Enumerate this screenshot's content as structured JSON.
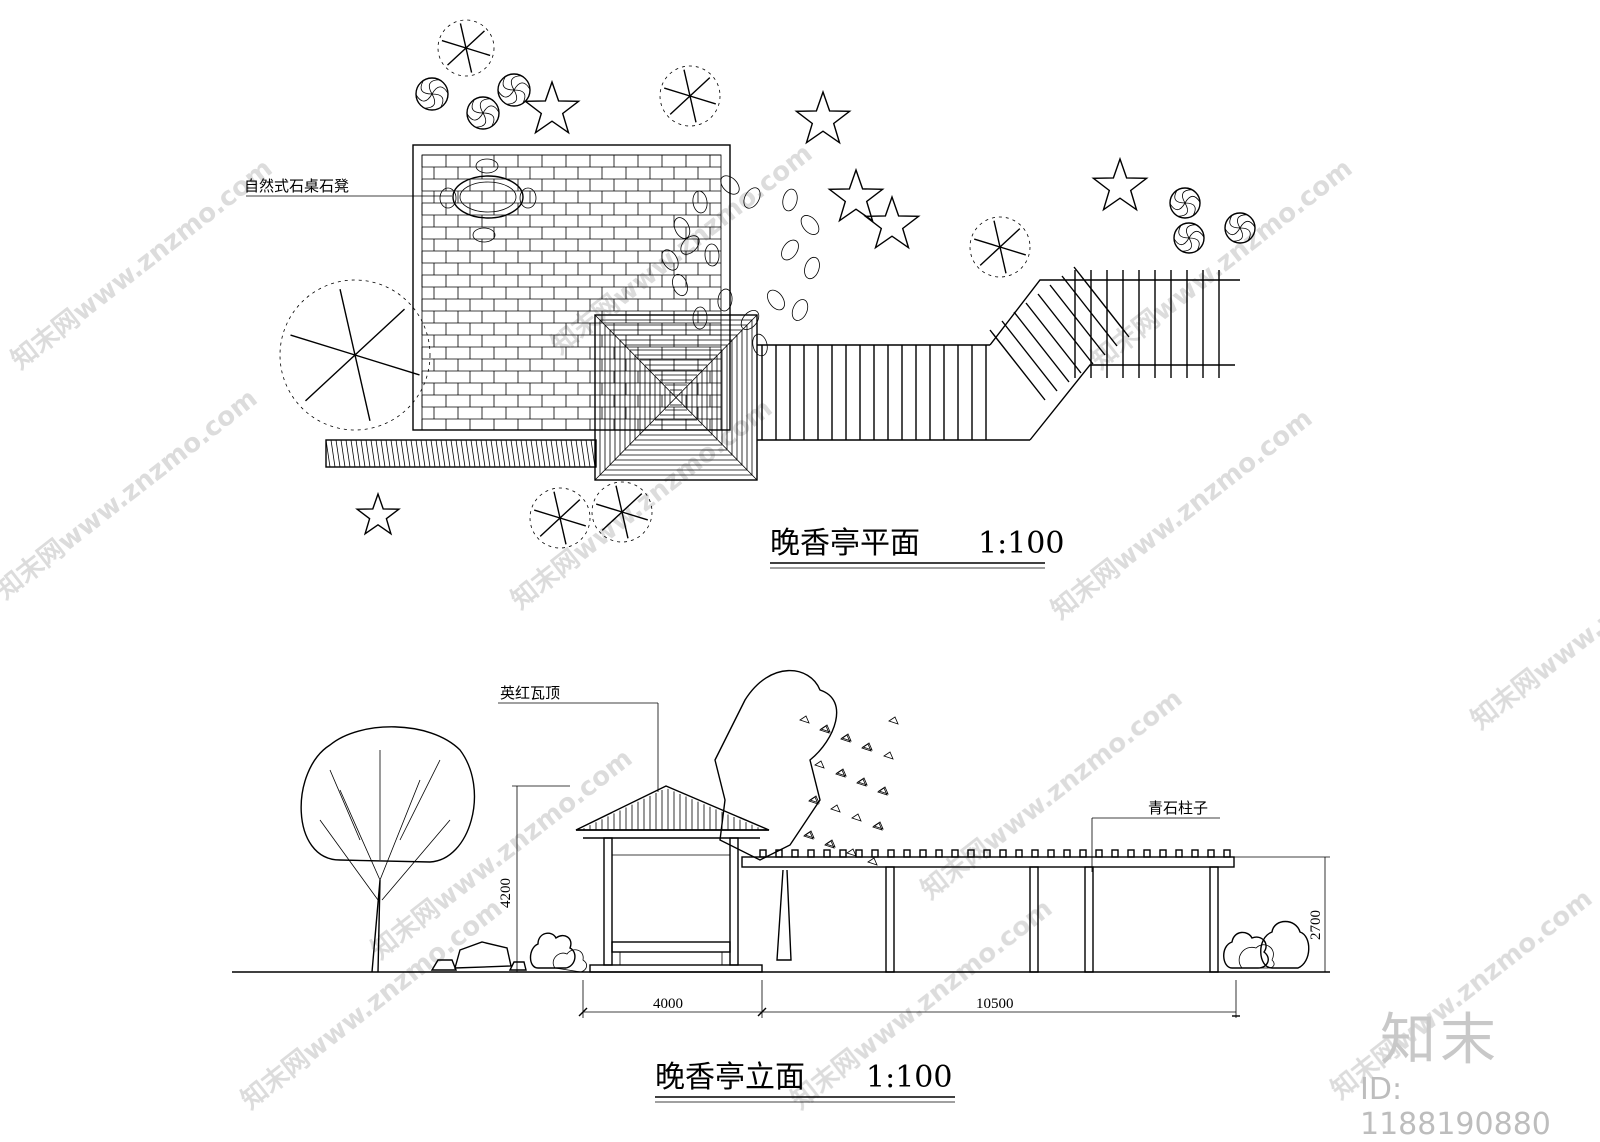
{
  "plan": {
    "title": "晚香亭平面",
    "scale": "1:100",
    "label_stone_table": "自然式石桌石凳"
  },
  "elevation": {
    "title": "晚香亭立面",
    "scale": "1:100",
    "label_roof": "英红瓦顶",
    "label_column": "青石柱子",
    "dim_height_pavilion": "4200",
    "dim_height_pergola": "2700",
    "dim_width_pavilion": "4000",
    "dim_width_pergola": "10500"
  },
  "watermark": {
    "brand": "知末",
    "id": "ID: 1188190880",
    "text": "知末网www.znzmo.com"
  }
}
